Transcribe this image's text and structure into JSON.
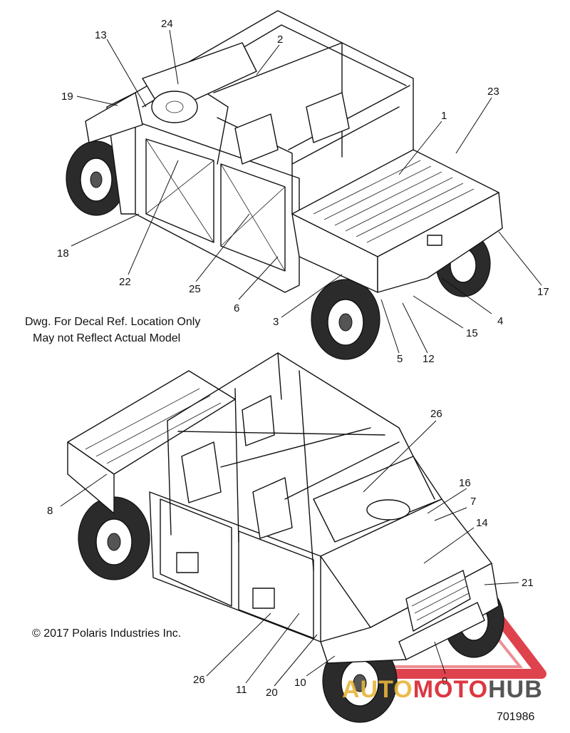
{
  "notes": {
    "line1": "Dwg. For Decal Ref. Location Only",
    "line2": "May not Reflect Actual Model",
    "copyright": "© 2017 Polaris Industries Inc.",
    "drawing_number": "701986"
  },
  "watermark": {
    "part1": "AUTO",
    "part2": "MOTO",
    "part3": "HUB",
    "color_red": "#d9232e",
    "color_gold": "#e8b53a",
    "color_dark": "#444444"
  },
  "callouts_top": [
    "13",
    "24",
    "2",
    "19",
    "23",
    "1",
    "18",
    "22",
    "25",
    "6",
    "3",
    "17",
    "4",
    "15",
    "5",
    "12"
  ],
  "callouts_bottom": [
    "26",
    "16",
    "7",
    "8",
    "14",
    "21",
    "26",
    "11",
    "20",
    "10",
    "9"
  ]
}
